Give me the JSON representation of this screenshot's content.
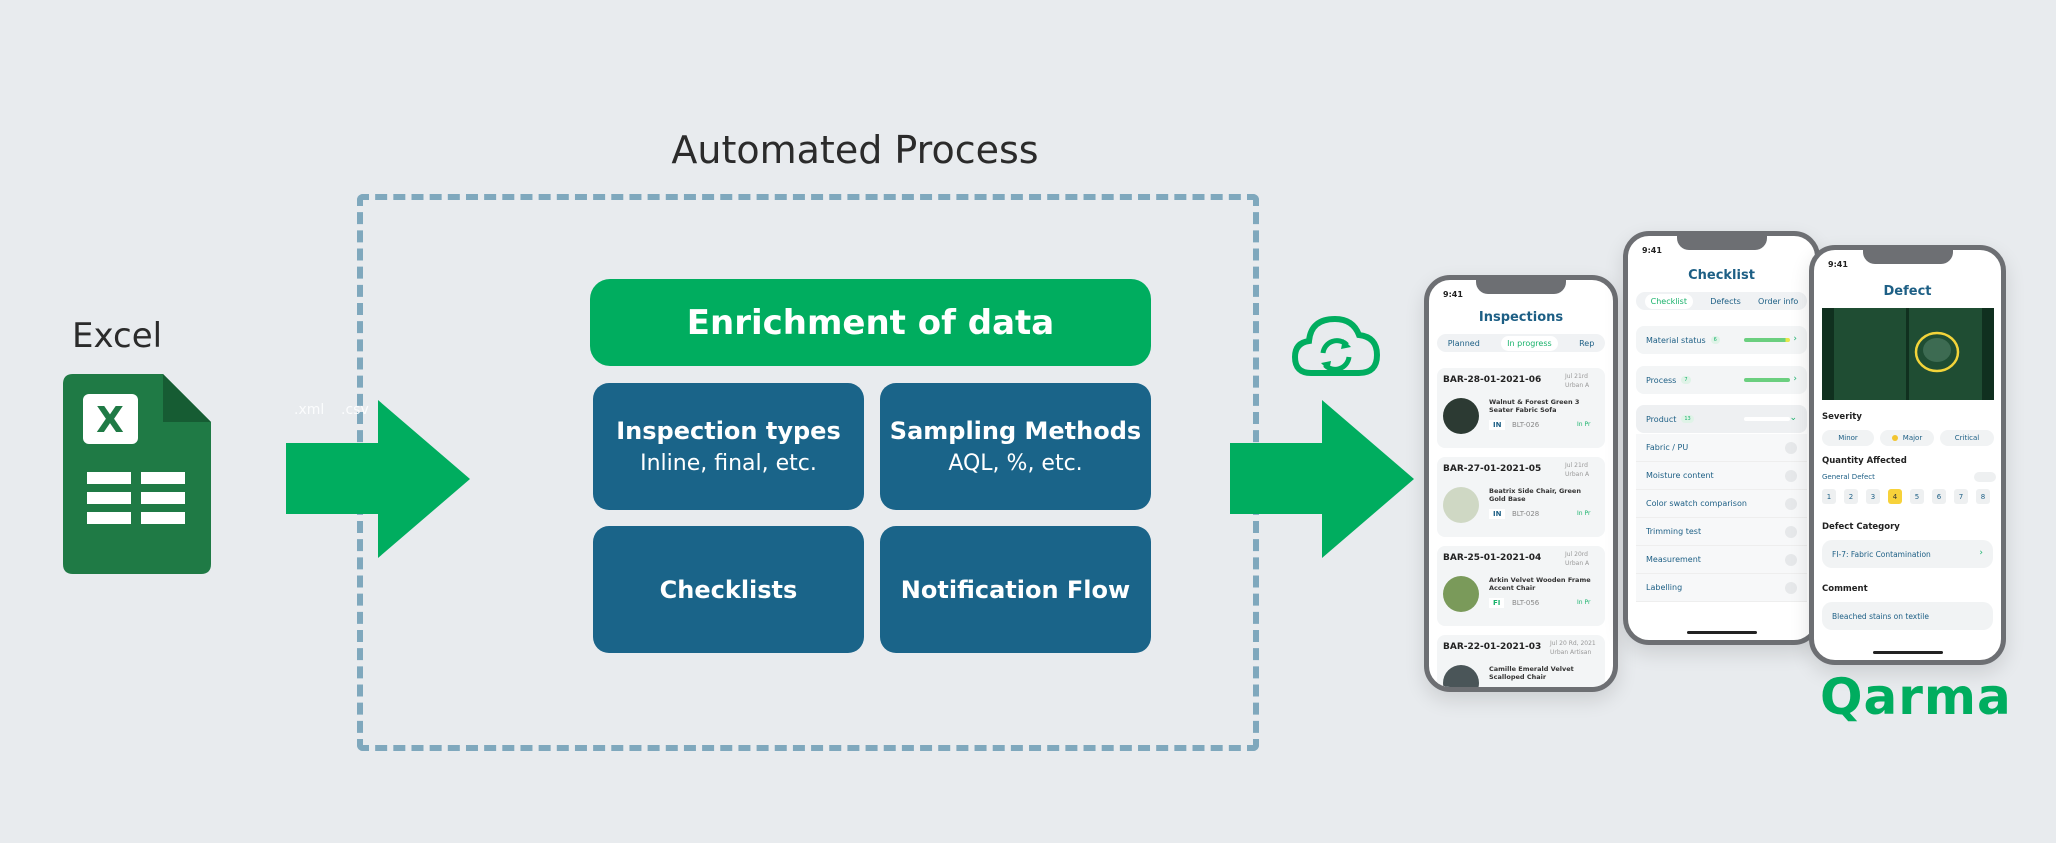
{
  "title": "Automated Process",
  "source": {
    "label": "Excel",
    "icon": "excel-icon",
    "formats": [
      ".xml",
      ".csv"
    ]
  },
  "enrichment": {
    "header": "Enrichment of data",
    "boxes": [
      {
        "title": "Inspection types",
        "subtitle": "Inline, final, etc."
      },
      {
        "title": "Sampling Methods",
        "subtitle": "AQL, %, etc."
      },
      {
        "title": "Checklists",
        "subtitle": ""
      },
      {
        "title": "Notification Flow",
        "subtitle": ""
      }
    ]
  },
  "sync_icon": "cloud-sync-icon",
  "colors": {
    "background": "#e8ebee",
    "green": "#00ad5f",
    "box": "#1a6489",
    "dash": "#7fa8bd"
  },
  "inspections": {
    "time": "9:41",
    "title": "Inspections",
    "tabs": [
      "Planned",
      "In progress",
      "Rep"
    ],
    "active_tab": 1,
    "cards": [
      {
        "id": "BAR-28-01-2021-06",
        "date": "Jul 21rd",
        "vendor": "Urban A",
        "name": "Walnut & Forest Green 3 Seater Fabric Sofa",
        "type": "IN",
        "code": "BLT-026",
        "status": "In Pr"
      },
      {
        "id": "BAR-27-01-2021-05",
        "date": "Jul 21rd",
        "vendor": "Urban A",
        "name": "Beatrix Side Chair, Green Gold Base",
        "type": "IN",
        "code": "BLT-028",
        "status": "In Pr"
      },
      {
        "id": "BAR-25-01-2021-04",
        "date": "Jul 20rd",
        "vendor": "Urban A",
        "name": "Arkin Velvet Wooden Frame Accent Chair",
        "type": "FI",
        "code": "BLT-056",
        "status": "In Pr"
      },
      {
        "id": "BAR-22-01-2021-03",
        "date": "Jul 20 Rd, 2021",
        "vendor": "Urban Artisan",
        "name": "Camille Emerald Velvet Scalloped Chair",
        "type": "",
        "code": "",
        "status": ""
      }
    ]
  },
  "checklist": {
    "time": "9:41",
    "title": "Checklist",
    "tabs": [
      "Checklist",
      "Defects",
      "Order info"
    ],
    "active_tab": 0,
    "groups": [
      {
        "label": "Material status",
        "count": "6",
        "progress": 0.9
      },
      {
        "label": "Process",
        "count": "7",
        "progress": 1.0
      },
      {
        "label": "Product",
        "count": "13",
        "progress": 0
      }
    ],
    "items": [
      "Fabric / PU",
      "Moisture content",
      "Color swatch comparison",
      "Trimming test",
      "Measurement",
      "Labelling"
    ]
  },
  "defect": {
    "time": "9:41",
    "title": "Defect",
    "severity_label": "Severity",
    "severity": [
      "Minor",
      "Major",
      "Critical"
    ],
    "severity_selected": 1,
    "quantity_label": "Quantity Affected",
    "general_defect": "General Defect",
    "quantities": [
      "1",
      "2",
      "3",
      "4",
      "5",
      "6",
      "7",
      "8"
    ],
    "quantity_selected": 3,
    "category_label": "Defect Category",
    "category": "FI-7: Fabric Contamination",
    "comment_label": "Comment",
    "comment": "Bleached stains on textile"
  },
  "brand": "Qarma"
}
